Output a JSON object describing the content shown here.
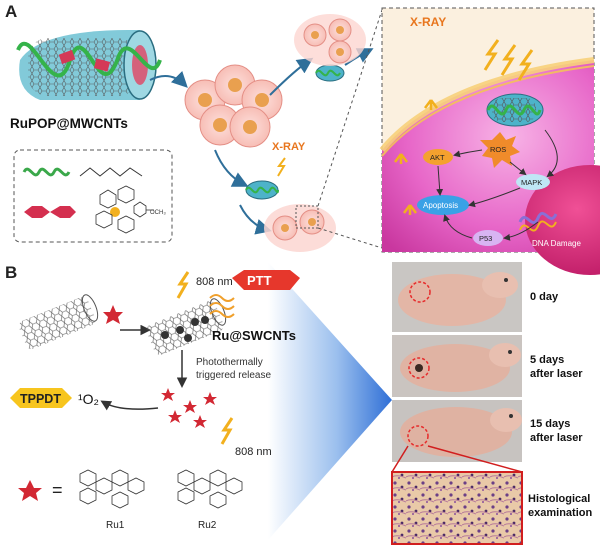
{
  "panel_a": {
    "label": "A",
    "composite_label": "RuPOP@MWCNTs",
    "xray_label": "X-RAY",
    "inset": {
      "xray_label": "X-RAY",
      "nodes": {
        "akt": "AKT",
        "ros": "ROS",
        "mapk": "MAPK",
        "apoptosis": "Apoptosis",
        "p53": "P53",
        "dna_damage": "DNA Damage"
      },
      "colors": {
        "inset_bg": "#fbf0df",
        "cell_pink": "#e35fc0",
        "nucleus": "#d21a6e",
        "node_orange": "#f4a12e",
        "node_blue": "#3aa1e6",
        "xray_orange": "#e8761e"
      }
    },
    "legend_formula_label": "OCH₃"
  },
  "panel_b": {
    "label": "B",
    "wavelength_top": "808 nm",
    "wavelength_bottom": "808 nm",
    "ptt_label": "PTT",
    "composite_label": "Ru@SWCNTs",
    "release_text_line1": "Photothermally",
    "release_text_line2": "triggered release",
    "tppdt_label": "TPPDT",
    "singlet_oxygen": "¹O₂",
    "equals_sign": "=",
    "ru1_label": "Ru1",
    "ru2_label": "Ru2",
    "photo_labels": [
      {
        "line1": "0 day",
        "line2": ""
      },
      {
        "line1": "5 days",
        "line2": "after laser"
      },
      {
        "line1": "15 days",
        "line2": "after laser"
      }
    ],
    "histology_label_line1": "Histological",
    "histology_label_line2": "examination",
    "colors": {
      "ptt_red": "#e6372c",
      "tppdt_yellow": "#f7c51e",
      "arrow_blue": "#3b73d6",
      "ru_red": "#d22833"
    }
  }
}
